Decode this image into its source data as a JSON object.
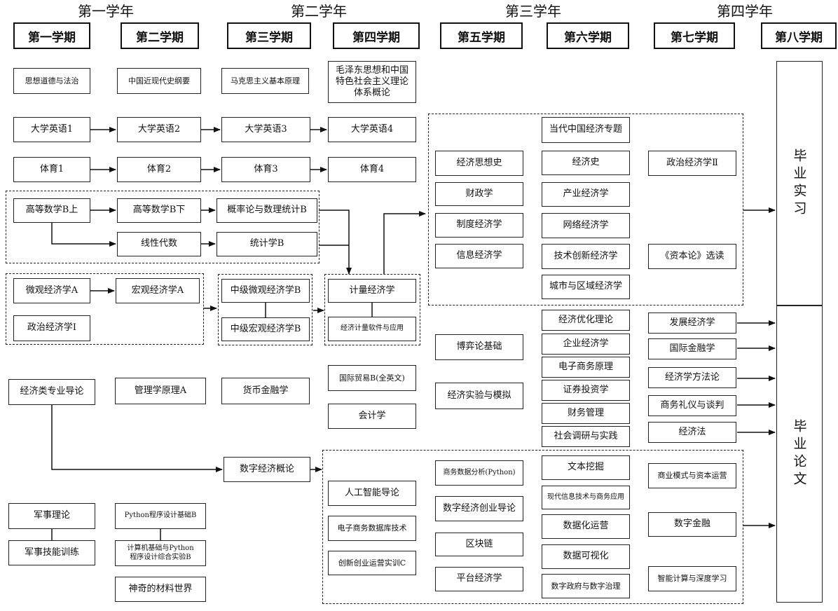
{
  "years": [
    "第一学年",
    "第二学年",
    "第三学年",
    "第四学年"
  ],
  "semesters": [
    "第一学期",
    "第二学期",
    "第三学期",
    "第四学期",
    "第五学期",
    "第六学期",
    "第七学期",
    "第八学期"
  ],
  "courses": {
    "c1_1": "思想道德与法治",
    "c1_2": "大学英语1",
    "c1_3": "体育1",
    "c1_4": "高等数学B上",
    "c1_5": "微观经济学A",
    "c1_6": "政治经济学Ⅰ",
    "c1_7": "经济类专业导论",
    "c1_8": "军事理论",
    "c1_9": "军事技能训练",
    "c2_1": "中国近现代史纲要",
    "c2_2": "大学英语2",
    "c2_3": "体育2",
    "c2_4": "高等数学B下",
    "c2_5": "线性代数",
    "c2_6": "宏观经济学A",
    "c2_7": "管理学原理A",
    "c2_8": "Python程序设计基础B",
    "c2_9": "计算机基础与Python\n程序设计综合实验B",
    "c2_10": "神奇的材料世界",
    "c3_1": "马克思主义基本原理",
    "c3_2": "大学英语3",
    "c3_3": "体育3",
    "c3_4": "概率论与数理统计B",
    "c3_5": "统计学B",
    "c3_6": "中级微观经济学B",
    "c3_7": "中级宏观经济学B",
    "c3_8": "货币金融学",
    "c3_9": "数字经济概论",
    "c4_1": "毛泽东思想和中国\n特色社会主义理论\n体系概论",
    "c4_2": "大学英语4",
    "c4_3": "体育4",
    "c4_4": "计量经济学",
    "c4_5": "经济计量软件与应用",
    "c4_6": "国际贸易B(全英文)",
    "c4_7": "会计学",
    "c4_8": "人工智能导论",
    "c4_9": "电子商务数据库技术",
    "c4_10": "创新创业运营实训C",
    "c5_1": "经济思想史",
    "c5_2": "财政学",
    "c5_3": "制度经济学",
    "c5_4": "信息经济学",
    "c5_5": "博弈论基础",
    "c5_6": "经济实验与模拟",
    "c5_7": "商务数据分析(Python)",
    "c5_8": "数字经济创业导论",
    "c5_9": "区块链",
    "c5_10": "平台经济学",
    "c6_1": "当代中国经济专题",
    "c6_2": "经济史",
    "c6_3": "产业经济学",
    "c6_4": "网络经济学",
    "c6_5": "技术创新经济学",
    "c6_6": "城市与区域经济学",
    "c6_7": "经济优化理论",
    "c6_8": "企业经济学",
    "c6_9": "电子商务原理",
    "c6_10": "证券投资学",
    "c6_11": "财务管理",
    "c6_12": "社会调研与实践",
    "c6_13": "文本挖掘",
    "c6_14": "现代信息技术与商务应用",
    "c6_15": "数据化运营",
    "c6_16": "数据可视化",
    "c6_17": "数字政府与数字治理",
    "c7_1": "政治经济学Ⅱ",
    "c7_2": "《资本论》选读",
    "c7_3": "发展经济学",
    "c7_4": "国际金融学",
    "c7_5": "经济学方法论",
    "c7_6": "商务礼仪与谈判",
    "c7_7": "经济法",
    "c7_8": "商业模式与资本运营",
    "c7_9": "数字金融",
    "c7_10": "智能计算与深度学习"
  },
  "final": {
    "internship": "毕业实习",
    "thesis": "毕业论文"
  }
}
